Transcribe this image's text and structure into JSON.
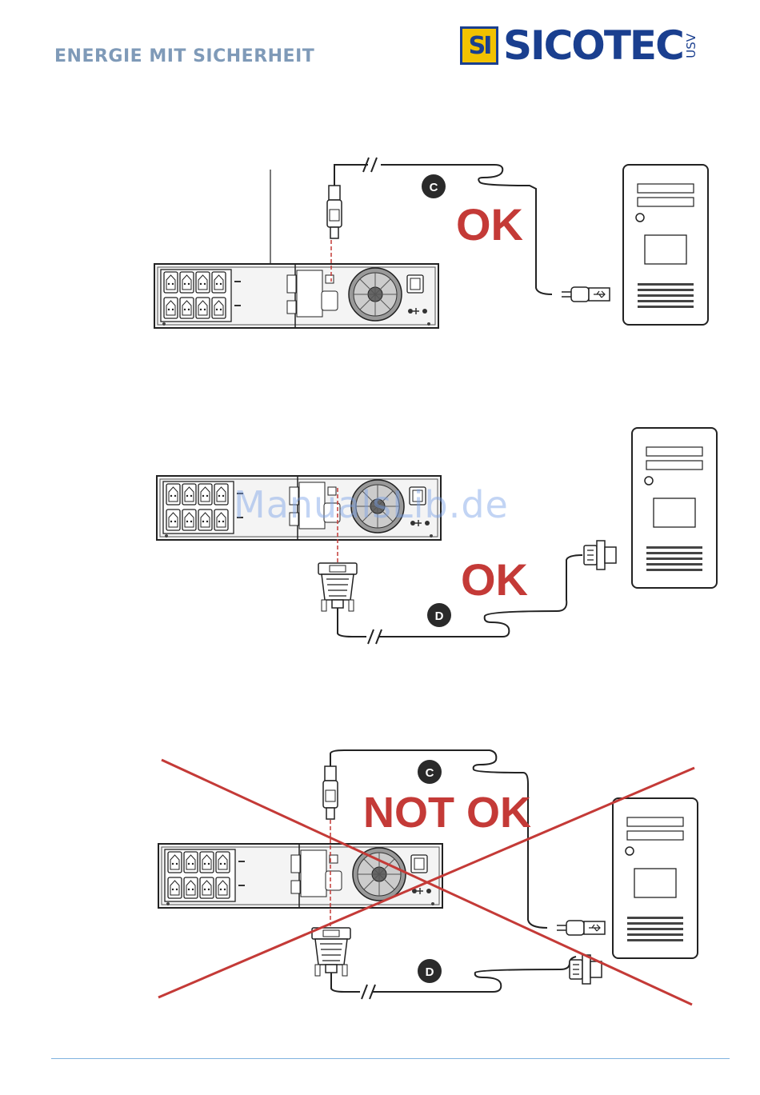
{
  "header": {
    "tagline": "ENERGIE MIT SICHERHEIT",
    "logo_mark": "SI",
    "logo_name": "SICOTEC",
    "logo_suffix": "USV"
  },
  "watermark": "ManualsLib.de",
  "diagrams": [
    {
      "id": "usb",
      "status": "OK",
      "cable_label": "C"
    },
    {
      "id": "serial",
      "status": "OK",
      "cable_label": "D"
    },
    {
      "id": "both",
      "status": "NOT OK",
      "cable_labels": [
        "C",
        "D"
      ]
    }
  ],
  "colors": {
    "status_red": "#c43a37",
    "brand_blue": "#1a3f8f",
    "brand_yellow": "#f2c200"
  }
}
